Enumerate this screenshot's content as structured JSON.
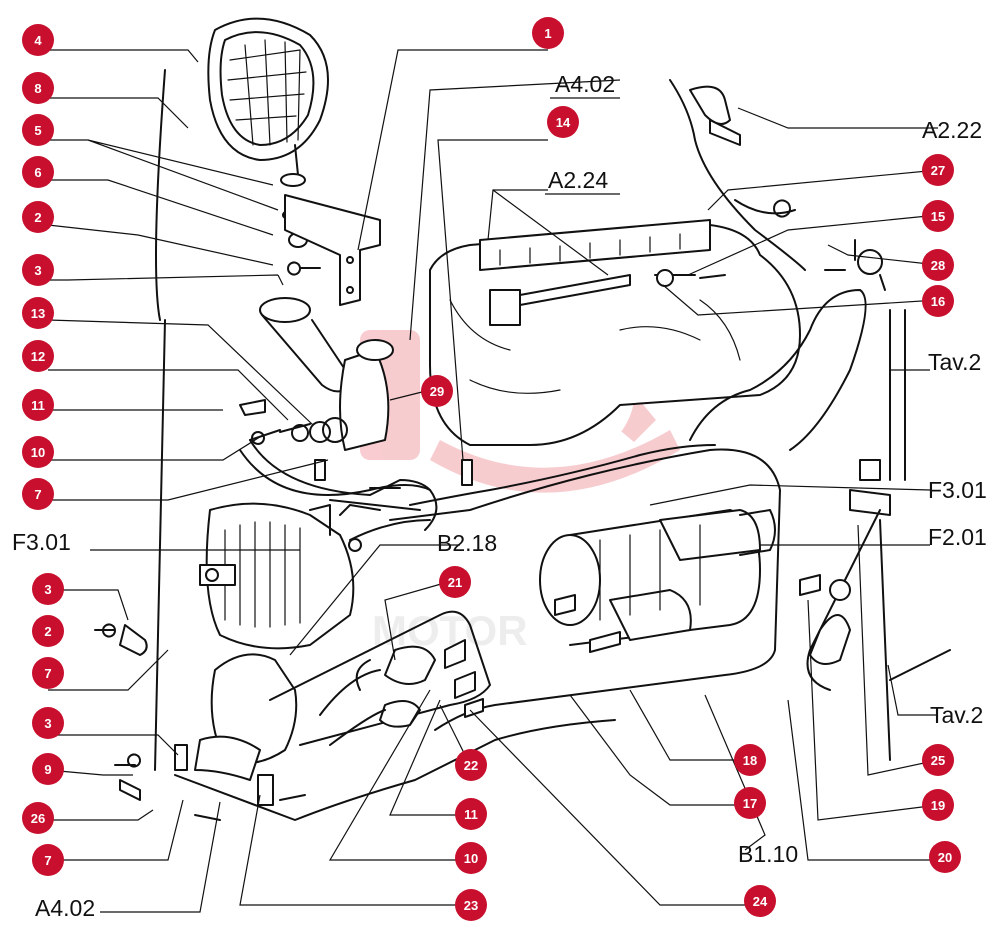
{
  "diagram": {
    "callouts": [
      {
        "id": "c1",
        "label": "1"
      },
      {
        "id": "c4",
        "label": "4"
      },
      {
        "id": "c8",
        "label": "8"
      },
      {
        "id": "c5",
        "label": "5"
      },
      {
        "id": "c6",
        "label": "6"
      },
      {
        "id": "c2a",
        "label": "2"
      },
      {
        "id": "c3a",
        "label": "3"
      },
      {
        "id": "c13",
        "label": "13"
      },
      {
        "id": "c12",
        "label": "12"
      },
      {
        "id": "c11a",
        "label": "11"
      },
      {
        "id": "c10a",
        "label": "10"
      },
      {
        "id": "c7a",
        "label": "7"
      },
      {
        "id": "c3b",
        "label": "3"
      },
      {
        "id": "c2b",
        "label": "2"
      },
      {
        "id": "c7b",
        "label": "7"
      },
      {
        "id": "c3c",
        "label": "3"
      },
      {
        "id": "c9",
        "label": "9"
      },
      {
        "id": "c26",
        "label": "26"
      },
      {
        "id": "c7c",
        "label": "7"
      },
      {
        "id": "c14",
        "label": "14"
      },
      {
        "id": "c29",
        "label": "29"
      },
      {
        "id": "c21",
        "label": "21"
      },
      {
        "id": "c22",
        "label": "22"
      },
      {
        "id": "c11b",
        "label": "11"
      },
      {
        "id": "c10b",
        "label": "10"
      },
      {
        "id": "c23",
        "label": "23"
      },
      {
        "id": "c24",
        "label": "24"
      },
      {
        "id": "c27",
        "label": "27"
      },
      {
        "id": "c15",
        "label": "15"
      },
      {
        "id": "c28",
        "label": "28"
      },
      {
        "id": "c16",
        "label": "16"
      },
      {
        "id": "c18",
        "label": "18"
      },
      {
        "id": "c17",
        "label": "17"
      },
      {
        "id": "c25",
        "label": "25"
      },
      {
        "id": "c19",
        "label": "19"
      },
      {
        "id": "c20",
        "label": "20"
      }
    ],
    "references": [
      {
        "id": "r_a402_top",
        "text": "A4.02"
      },
      {
        "id": "r_a224",
        "text": "A2.24"
      },
      {
        "id": "r_a222",
        "text": "A2.22"
      },
      {
        "id": "r_tav2_top",
        "text": "Tav.2"
      },
      {
        "id": "r_f301_right",
        "text": "F3.01"
      },
      {
        "id": "r_f201",
        "text": "F2.01"
      },
      {
        "id": "r_f301_left",
        "text": "F3.01"
      },
      {
        "id": "r_b218",
        "text": "B2.18"
      },
      {
        "id": "r_tav2_bottom",
        "text": "Tav.2"
      },
      {
        "id": "r_b110",
        "text": "B1.10"
      },
      {
        "id": "r_a402_bottom",
        "text": "A4.02"
      }
    ],
    "watermark_text": "MOTOR",
    "colors": {
      "callout": "#c8102e",
      "line": "#111111",
      "watermark": "#f2a3a9"
    }
  }
}
